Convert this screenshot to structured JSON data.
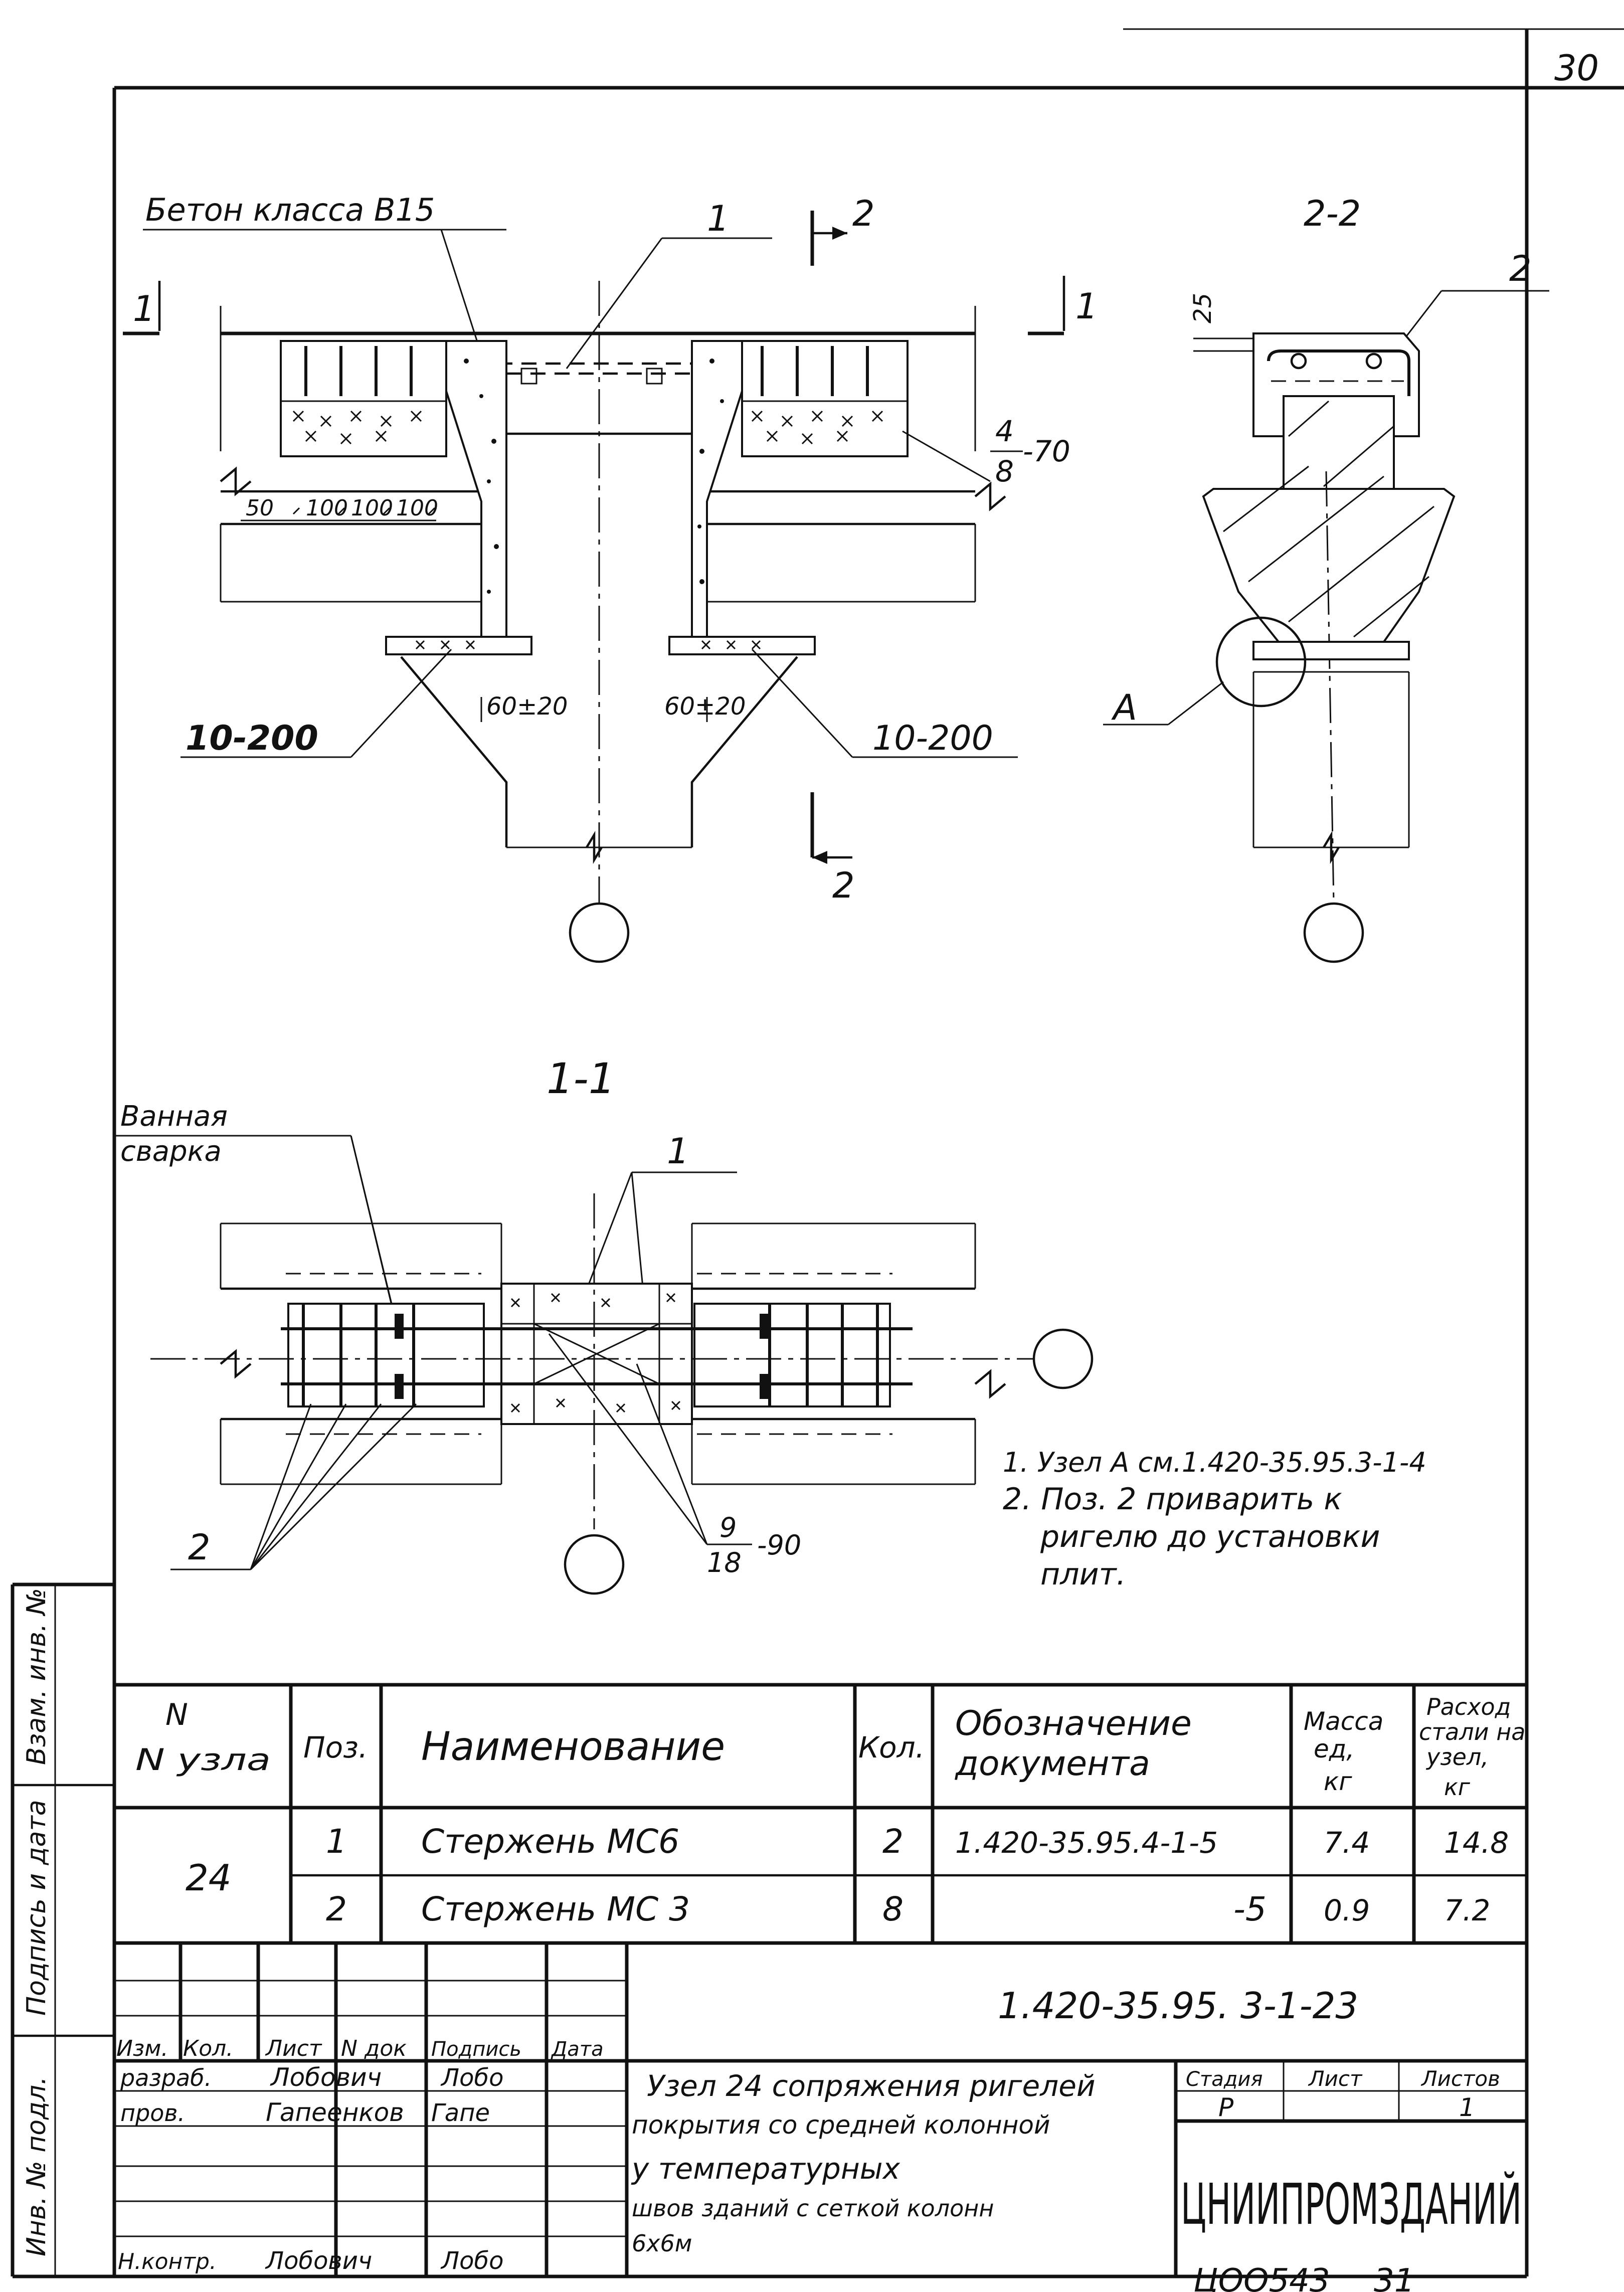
{
  "sheet": {
    "page_number": "30",
    "bottom_code": "ЦОО543",
    "bottom_page": "31"
  },
  "top_view": {
    "concrete_label": "Бетон класса В15",
    "leader_1": "1",
    "cut_1_left": "1",
    "cut_1_right": "1",
    "cut_2_top": "2",
    "cut_2_bottom": "2",
    "dims": [
      "50",
      "100",
      "100",
      "100"
    ],
    "bar_label_num": "4",
    "bar_label_den": "8",
    "bar_label_suffix": "-70",
    "gap_left": "60±20",
    "gap_right": "60±20",
    "weld_left": "10-200",
    "weld_right": "10-200"
  },
  "section_2_2": {
    "title": "2-2",
    "leader_2": "2",
    "dim_25": "25",
    "detail_a": "А"
  },
  "section_1_1": {
    "title": "1-1",
    "weld_label_line1": "Ванная",
    "weld_label_line2": "сварка",
    "leader_1": "1",
    "leader_2": "2",
    "bar_num": "9",
    "bar_den": "18",
    "bar_suffix": "-90"
  },
  "notes": [
    "1. Узел А см.1.420-35.95.3-1-4",
    "2. Поз. 2 приварить к",
    "ригелю до установки",
    "плит."
  ],
  "side_stamp": [
    "Инв. № подл.",
    "Подпись и дата",
    "Взам. инв. №"
  ],
  "spec_table": {
    "headers": {
      "node": "N узла",
      "pos": "Поз.",
      "name": "Наименование",
      "qty": "Кол.",
      "doc_line1": "Обозначение",
      "doc_line2": "документа",
      "mass_line1": "Масса",
      "mass_line2": "ед,",
      "mass_line3": "кг",
      "use_line1": "Расход",
      "use_line2": "стали на",
      "use_line3": "узел,",
      "use_line4": "кг"
    },
    "node": "24",
    "rows": [
      {
        "pos": "1",
        "name": "Стержень МС6",
        "qty": "2",
        "doc": "1.420-35.95.4-1-5",
        "mass": "7.4",
        "total": "14.8"
      },
      {
        "pos": "2",
        "name": "Стержень МС 3",
        "qty": "8",
        "doc": "-5",
        "mass": "0.9",
        "total": "7.2"
      }
    ]
  },
  "title_block": {
    "designation": "1.420-35.95. 3-1-23",
    "col_headers": [
      "Изм.",
      "Кол.",
      "Лист",
      "N док",
      "Подпись",
      "Дата"
    ],
    "roles": [
      {
        "role": "разраб.",
        "name": "Лобович",
        "sign": "Лобо"
      },
      {
        "role": "пров.",
        "name": "Гапеенков",
        "sign": "Гапе"
      },
      {
        "role": "Н.контр.",
        "name": "Лобович",
        "sign": "Лобо"
      }
    ],
    "title_lines": [
      "Узел 24 сопряжения ригелей",
      "покрытия со средней колонной",
      "у температурных",
      "швов зданий с сеткой колонн",
      "6х6м"
    ],
    "stage_label": "Стадия",
    "sheet_label": "Лист",
    "sheets_label": "Листов",
    "stage_value": "Р",
    "sheets_value": "1",
    "org": "ЦНИИПРОМЗДАНИЙ"
  }
}
